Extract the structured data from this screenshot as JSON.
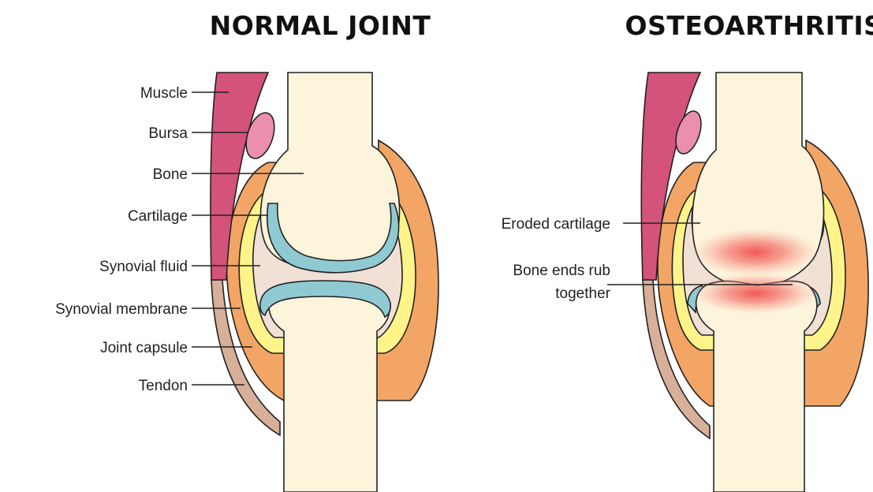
{
  "titles": {
    "normal": "NORMAL JOINT",
    "osteoarthritis": "OSTEOARTHRITIS"
  },
  "normal_labels": {
    "muscle": "Muscle",
    "bursa": "Bursa",
    "bone": "Bone",
    "cartilage": "Cartilage",
    "synovial_fluid": "Synovial fluid",
    "synovial_membrane": "Synovial membrane",
    "joint_capsule": "Joint capsule",
    "tendon": "Tendon"
  },
  "oa_labels": {
    "eroded_cartilage": "Eroded cartilage",
    "bone_ends_line1": "Bone ends rub",
    "bone_ends_line2": "together"
  },
  "colors": {
    "muscle": "#d4537a",
    "bursa": "#ea8fb0",
    "bone": "#fdf4dc",
    "joint_capsule": "#f2a565",
    "synovial_membrane": "#fff48a",
    "synovial_fluid": "#f1e0d6",
    "cartilage": "#8fcad3",
    "tendon": "#d8af98",
    "inflammation": "#f0504f"
  }
}
